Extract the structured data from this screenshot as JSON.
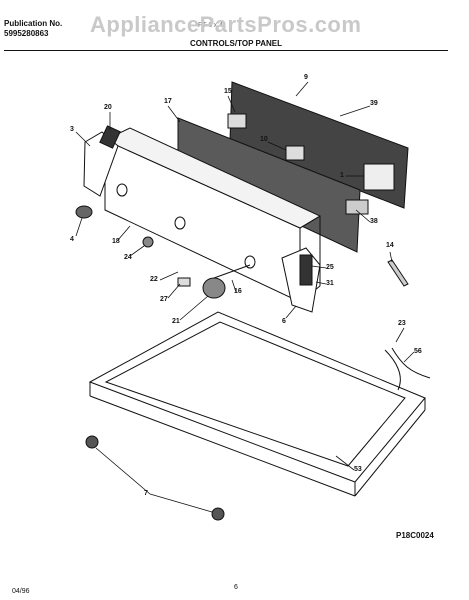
{
  "header": {
    "publication_label": "Publication No.",
    "publication_number": "5995280863",
    "model": "FT 6'x 4'",
    "section_title": "CONTROLS/TOP PANEL",
    "watermark": "AppliancePartsPros.com"
  },
  "diagram": {
    "figure_id": "P18C0024",
    "callouts": [
      "9",
      "20",
      "17",
      "15",
      "39",
      "3",
      "10",
      "1",
      "38",
      "4",
      "18",
      "24",
      "14",
      "22",
      "25",
      "27",
      "16",
      "31",
      "21",
      "6",
      "23",
      "56",
      "53",
      "7"
    ]
  },
  "footer": {
    "date": "04/96",
    "page": "6"
  }
}
